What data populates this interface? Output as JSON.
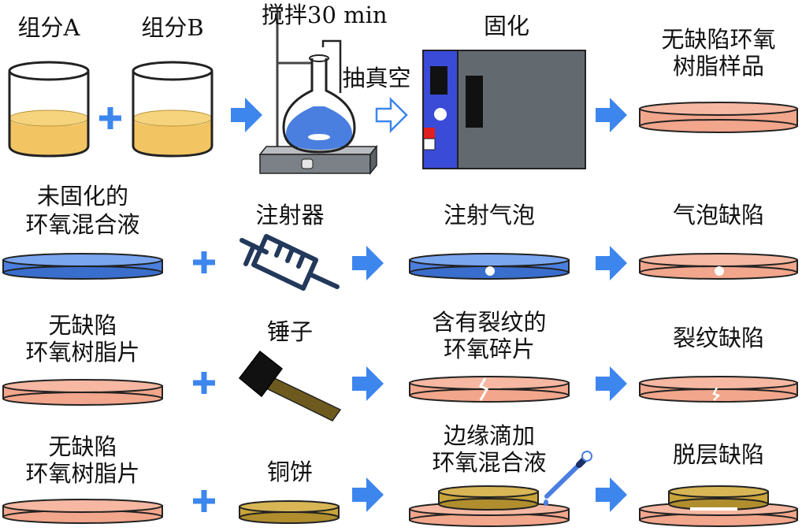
{
  "colors": {
    "resin_yellow": "#f2c462",
    "blue_liquid": "#4a7fe0",
    "arrow_blue": "#3d86ee",
    "disk_pink": "#f2a68c",
    "copper": "#c9a43a",
    "oven_gray": "#626a70",
    "oven_panel": "#3a4bd8"
  },
  "row1": {
    "component_a": "组分A",
    "component_b": "组分B",
    "stir": "搅拌30 min",
    "vacuum": "抽真空",
    "cure": "固化",
    "result_line1": "无缺陷环氧",
    "result_line2": "树脂样品"
  },
  "row2": {
    "input_line1": "未固化的",
    "input_line2": "环氧混合液",
    "tool": "注射器",
    "process": "注射气泡",
    "result": "气泡缺陷"
  },
  "row3": {
    "input_line1": "无缺陷",
    "input_line2": "环氧树脂片",
    "tool": "锤子",
    "process_line1": "含有裂纹的",
    "process_line2": "环氧碎片",
    "result": "裂纹缺陷"
  },
  "row4": {
    "input_line1": "无缺陷",
    "input_line2": "环氧树脂片",
    "tool": "铜饼",
    "process_line1": "边缘滴加",
    "process_line2": "环氧混合液",
    "result": "脱层缺陷"
  },
  "icons": [
    "plus-icon",
    "arrow-right-icon",
    "arrow-outline-icon",
    "beaker-icon",
    "flask-icon",
    "oven-icon",
    "syringe-icon",
    "hammer-icon",
    "dropper-icon",
    "disk-icon"
  ]
}
